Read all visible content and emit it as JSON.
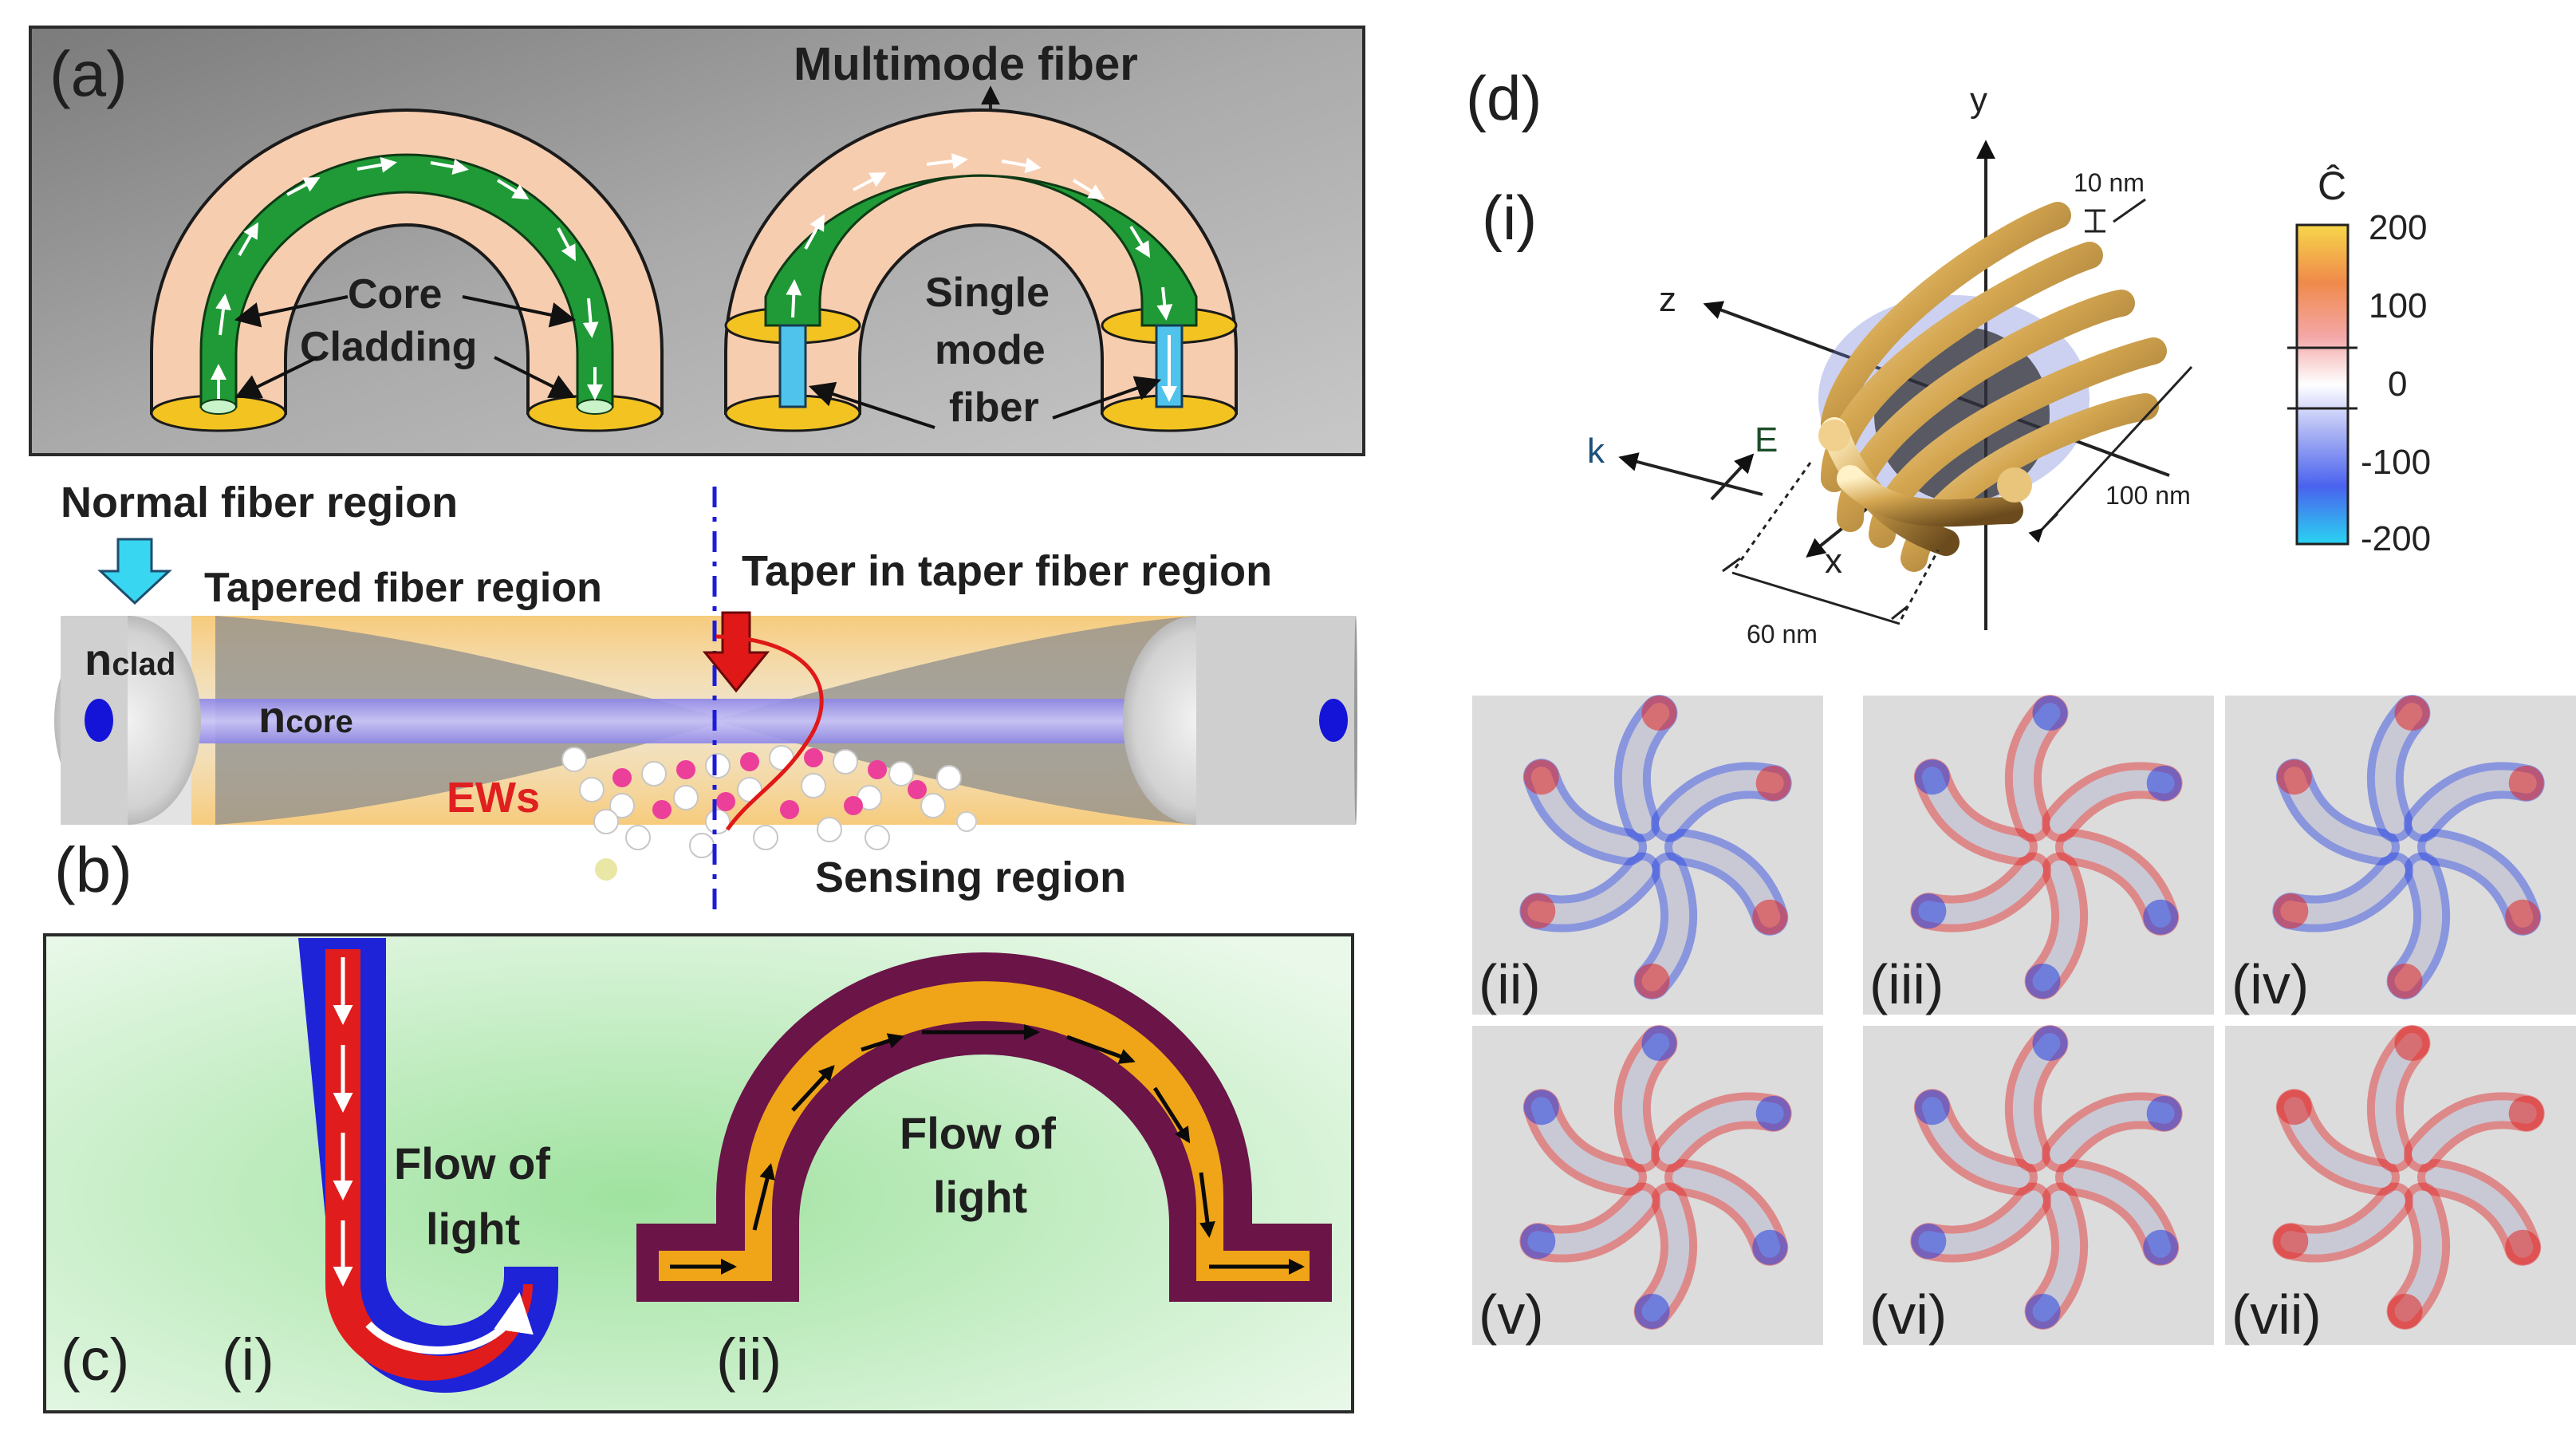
{
  "panel_a": {
    "tag": "(a)",
    "multimode": "Multimode fiber",
    "core": "Core",
    "cladding": "Cladding",
    "single": "Single",
    "mode": "mode",
    "fiber": "fiber"
  },
  "panel_b": {
    "tag": "(b)",
    "normal": "Normal fiber region",
    "tapered": "Tapered fiber region",
    "taper_in_taper": "Taper in taper fiber region",
    "n_clad": "n",
    "n_clad_sub": "clad",
    "n_core": "n",
    "n_core_sub": "core",
    "ews": "EWs",
    "sensing": "Sensing region"
  },
  "panel_c": {
    "tag": "(c)",
    "sub_i": "(i)",
    "sub_ii": "(ii)",
    "flow_i_1": "Flow of",
    "flow_i_2": "light",
    "flow_ii_1": "Flow of",
    "flow_ii_2": "light"
  },
  "panel_d": {
    "tag": "(d)",
    "sub_i": "(i)",
    "axis_y": "y",
    "axis_z": "z",
    "axis_x": "x",
    "k": "k",
    "e": "E",
    "dim_10": "10 nm",
    "dim_100": "100 nm",
    "dim_60": "60 nm",
    "colorbar_title": "Ĉ",
    "colorbar_ticks": [
      "200",
      "100",
      "0",
      "-100",
      "-200"
    ],
    "maps": [
      "(ii)",
      "(iii)",
      "(iv)",
      "(v)",
      "(vi)",
      "(vii)"
    ]
  },
  "colors": {
    "panel_a_bg": "#a7a7a7",
    "panel_c_bg": "#cfeed0",
    "core_green": "#1f9a36",
    "cladding": "#f7cdb0",
    "cap_yellow": "#f2c321",
    "fiber_blue": "#3b6ff0",
    "helix_gold": "#c99a45",
    "red_map": "#e02424",
    "blue_map": "#2440e0"
  }
}
